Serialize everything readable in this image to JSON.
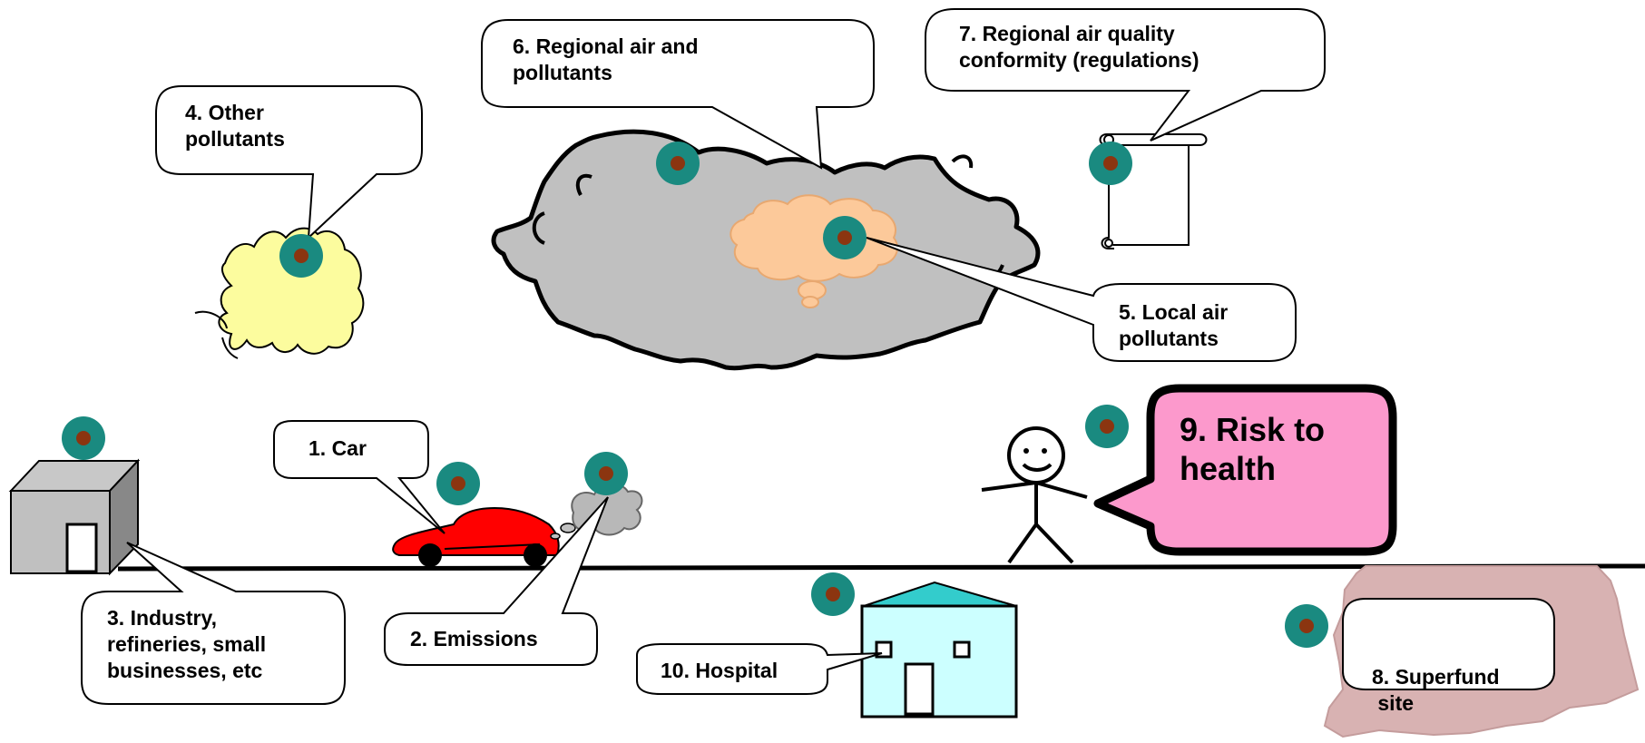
{
  "labels": {
    "car": "1. Car",
    "emissions": "2. Emissions",
    "industry": [
      "3. Industry,",
      "refineries, small",
      "businesses, etc"
    ],
    "other_pollutants": [
      "4. Other",
      "pollutants"
    ],
    "local_air": [
      "5.  Local air",
      "pollutants"
    ],
    "regional_air": [
      "6. Regional air and",
      "pollutants"
    ],
    "regional_quality": [
      "7. Regional air quality",
      "conformity (regulations)"
    ],
    "superfund": [
      "8. Superfund",
      " site"
    ],
    "risk": [
      "9. Risk to",
      "health"
    ],
    "hospital": "10. Hospital"
  },
  "colors": {
    "marker_ring": "#1a8a80",
    "marker_center": "#8b3510",
    "regional_cloud": "#c0c0c0",
    "local_cloud": "#fcc99a",
    "other_cloud": "#fcfc9e",
    "car": "#ff0000",
    "risk_bubble": "#fc99cc",
    "hospital_wall": "#ccffff",
    "hospital_roof": "#33cccc",
    "superfund": "#d8b2b2",
    "industry": "#c0c0c0"
  }
}
